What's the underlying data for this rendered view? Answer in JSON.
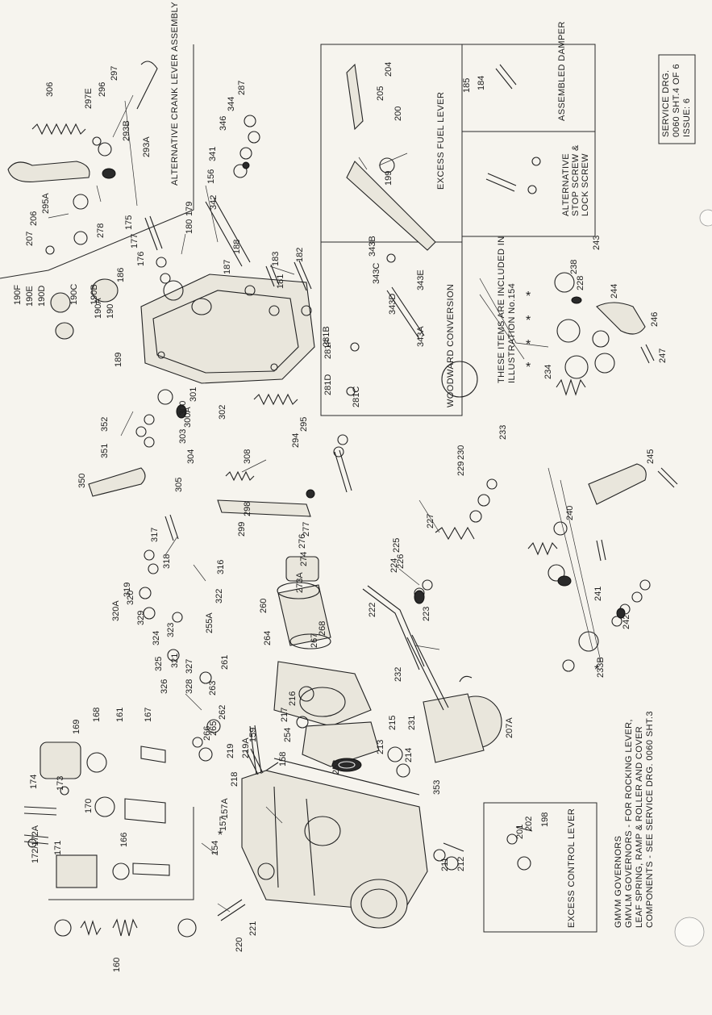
{
  "title_block": {
    "line1": "SERVICE DRG.",
    "line2": "0060 SHT.4 OF 6",
    "line3": "ISSUE: 6"
  },
  "panels": {
    "alt_crank": "ALTERNATIVE CRANK LEVER ASSEMBLY",
    "excess_fuel": "EXCESS FUEL LEVER",
    "woodward": "WOODWARD CONVERSION",
    "assembled_damper": "ASSEMBLED DAMPER",
    "alt_stop_l1": "ALTERNATIVE",
    "alt_stop_l2": "STOP SCREW &",
    "alt_stop_l3": "LOCK SCREW",
    "excess_control": "EXCESS CONTROL LEVER"
  },
  "notes": {
    "included_l1": "THESE ITEMS ARE INCLUDED IN",
    "included_l2": "ILLUSTRATION No.154",
    "gmvm_l1": "GMVM GOVERNORS",
    "gmvm_l2": "GMVLM GOVERNORS - FOR ROCKING LEVER,",
    "gmvm_l3": "LEAF SPRING, RAMP & ROLLER AND COVER",
    "gmvm_l4": "COMPONENTS - SEE SERVICE DRG. 0060 SHT.3"
  },
  "part_labels": [
    "306",
    "297",
    "296",
    "297E",
    "293B",
    "293A",
    "295A",
    "206",
    "207",
    "278",
    "287",
    "344",
    "346",
    "341",
    "156",
    "342",
    "175",
    "177",
    "176",
    "179",
    "180",
    "188",
    "187",
    "183",
    "181",
    "182",
    "186",
    "190F",
    "190E",
    "190D",
    "190C",
    "190B",
    "190A",
    "190",
    "189",
    "204",
    "205",
    "200",
    "199",
    "343B",
    "343C",
    "343D",
    "343E",
    "281B",
    "281F",
    "281D",
    "281C",
    "343A",
    "185",
    "184",
    "238",
    "228",
    "243",
    "244",
    "246",
    "247",
    "234",
    "233",
    "245",
    "229",
    "230",
    "227",
    "226",
    "225",
    "224",
    "240",
    "241",
    "242",
    "232",
    "231",
    "207A",
    "215",
    "214",
    "213",
    "353",
    "211",
    "212",
    "201",
    "202",
    "198",
    "169",
    "168",
    "161",
    "167",
    "174",
    "173",
    "170",
    "172/172A",
    "171",
    "166",
    "160",
    "220",
    "221",
    "157A",
    "154",
    "157",
    "158",
    "159",
    "219",
    "219A",
    "218",
    "217",
    "216",
    "253",
    "254",
    "260",
    "264",
    "261",
    "263",
    "262",
    "265",
    "266",
    "255A",
    "322",
    "316",
    "317",
    "318",
    "319",
    "320",
    "320A",
    "321",
    "323",
    "324",
    "325",
    "326",
    "327",
    "328",
    "329",
    "300",
    "300A",
    "301",
    "302",
    "303",
    "304",
    "305",
    "308",
    "352",
    "351",
    "350",
    "299",
    "298",
    "277",
    "276",
    "274",
    "273A",
    "268",
    "267",
    "295",
    "294",
    "223",
    "222",
    "233B"
  ]
}
